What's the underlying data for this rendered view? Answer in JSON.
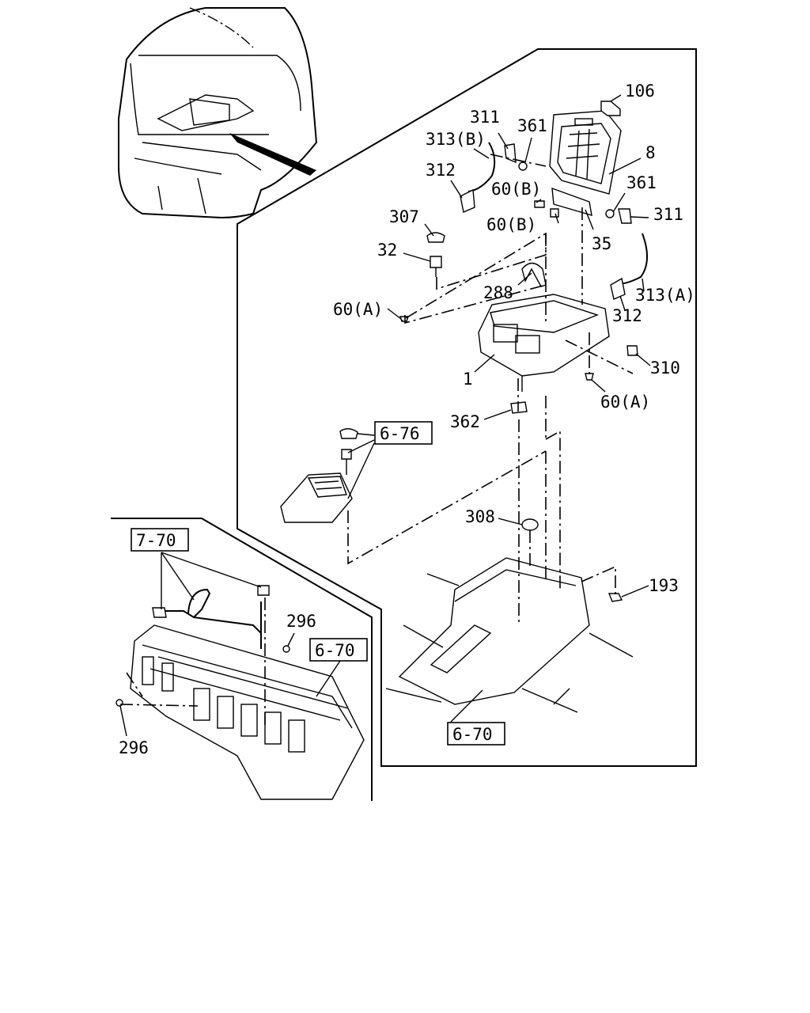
{
  "diagram": {
    "callouts": {
      "c106": "106",
      "c311_top": "311",
      "c361_top": "361",
      "c313b": "313(B)",
      "c8": "8",
      "c312_top": "312",
      "c60b_1": "60(B)",
      "c361_right": "361",
      "c311_right": "311",
      "c307": "307",
      "c60b_2": "60(B)",
      "c35": "35",
      "c32": "32",
      "c288": "288",
      "c313a": "313(A)",
      "c60a_left": "60(A)",
      "c312_right": "312",
      "c310": "310",
      "c1": "1",
      "c60a_bottom": "60(A)",
      "c362": "362",
      "c308": "308",
      "c193": "193",
      "c296_top": "296",
      "c296_bottom": "296"
    },
    "refs": {
      "r676": "6-76",
      "r770": "7-70",
      "r670_left": "6-70",
      "r670_bottom": "6-70"
    }
  }
}
